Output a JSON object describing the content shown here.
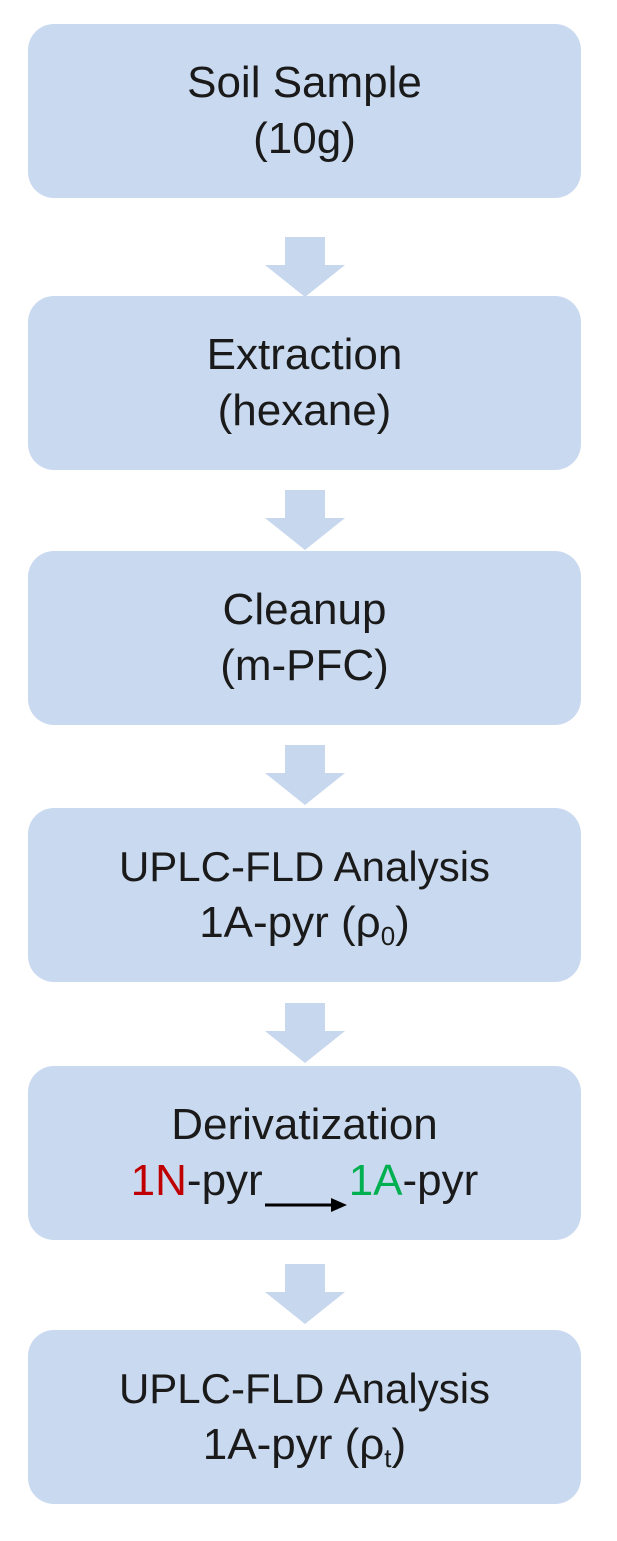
{
  "colors": {
    "box_fill": "#c9d9ef",
    "arrow_fill": "#c6d7ee",
    "red": "#c00000",
    "green": "#00b050"
  },
  "steps": [
    {
      "line1": "Soil Sample",
      "line2": "(10g)"
    },
    {
      "line1": "Extraction",
      "line2": "(hexane)"
    },
    {
      "line1": "Cleanup",
      "line2": "(m-PFC)"
    },
    {
      "line1": "UPLC-FLD Analysis",
      "line2_prefix": "1A-pyr (ρ",
      "line2_sub": "0",
      "line2_suffix": ")"
    },
    {
      "line1": "Derivatization",
      "reactant_code": "1N",
      "reactant_suffix": "-pyr",
      "product_code": "1A",
      "product_suffix": "-pyr"
    },
    {
      "line1": "UPLC-FLD Analysis",
      "line2_prefix": "1A-pyr (ρ",
      "line2_sub": "t",
      "line2_suffix": ")"
    }
  ]
}
